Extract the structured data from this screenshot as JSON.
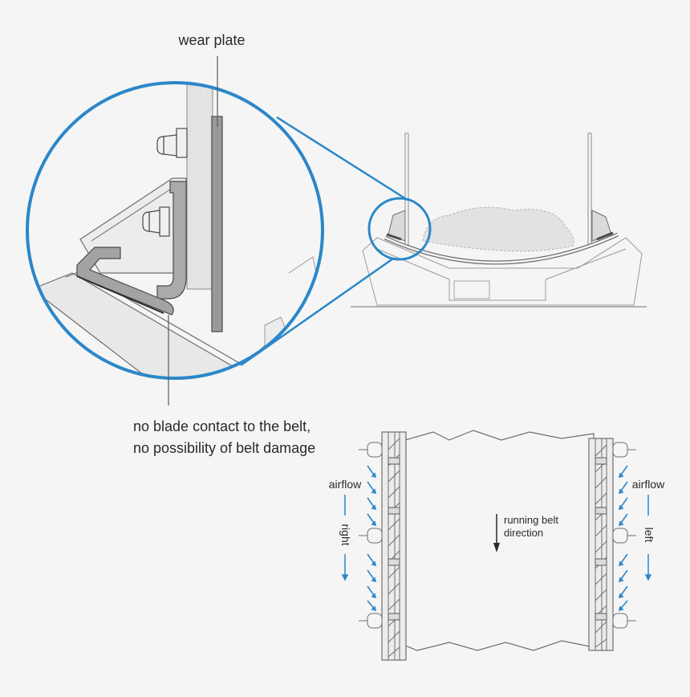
{
  "labels": {
    "wear_plate": "wear plate",
    "no_contact_line1": "no blade contact to the belt,",
    "no_contact_line2": "no possibility of belt damage",
    "airflow_left_side": "airflow",
    "right": "right",
    "airflow_right_side": "airflow",
    "left": "left",
    "running_belt_line1": "running belt",
    "running_belt_line2": "direction"
  },
  "colors": {
    "accent_blue": "#2b87c8",
    "line_gray": "#6e6e6e",
    "dark_gray": "#4a4a4a",
    "panel_gray": "#9a9a9a",
    "background": "#f5f5f5"
  }
}
